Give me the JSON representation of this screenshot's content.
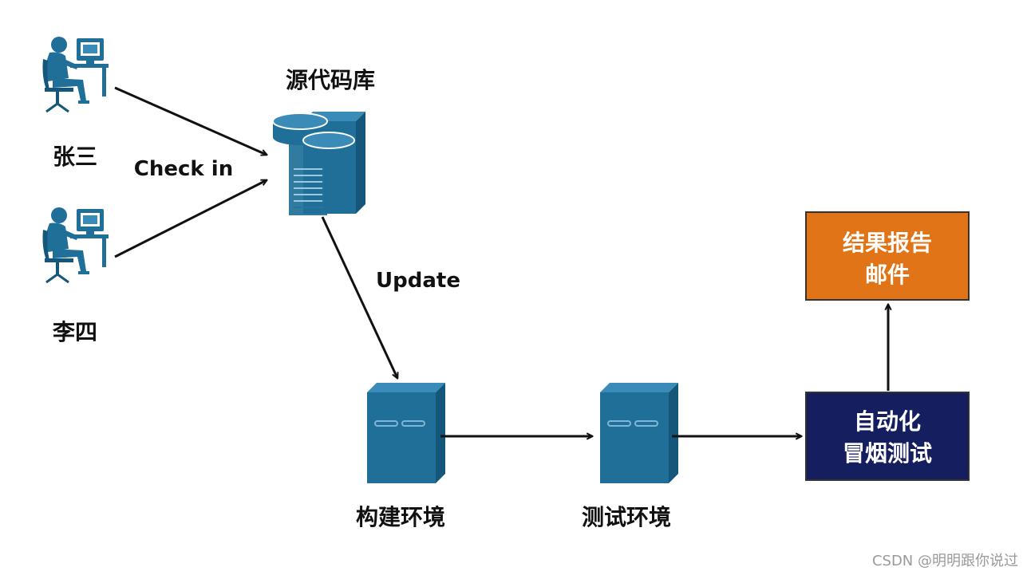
{
  "colors": {
    "icon": "#1f6f98",
    "icon_light": "#3a8bb8",
    "icon_dark": "#15577a",
    "arrow": "#111111",
    "report_box": "#e07416",
    "smoke_box": "#151f5f",
    "box_border": "#333333"
  },
  "nodes": {
    "user1": {
      "label": "张三",
      "icon": "person-at-computer-icon"
    },
    "user2": {
      "label": "李四",
      "icon": "person-at-computer-icon"
    },
    "repo": {
      "label": "源代码库",
      "icon": "database-server-icon"
    },
    "build": {
      "label": "构建环境",
      "icon": "server-tower-icon"
    },
    "test": {
      "label": "测试环境",
      "icon": "server-tower-icon"
    },
    "smoke": {
      "line1": "自动化",
      "line2": "冒烟测试"
    },
    "report": {
      "line1": "结果报告",
      "line2": "邮件"
    }
  },
  "edges": {
    "checkin": {
      "label": "Check in"
    },
    "update": {
      "label": "Update"
    }
  },
  "watermark": "CSDN @明明跟你说过"
}
